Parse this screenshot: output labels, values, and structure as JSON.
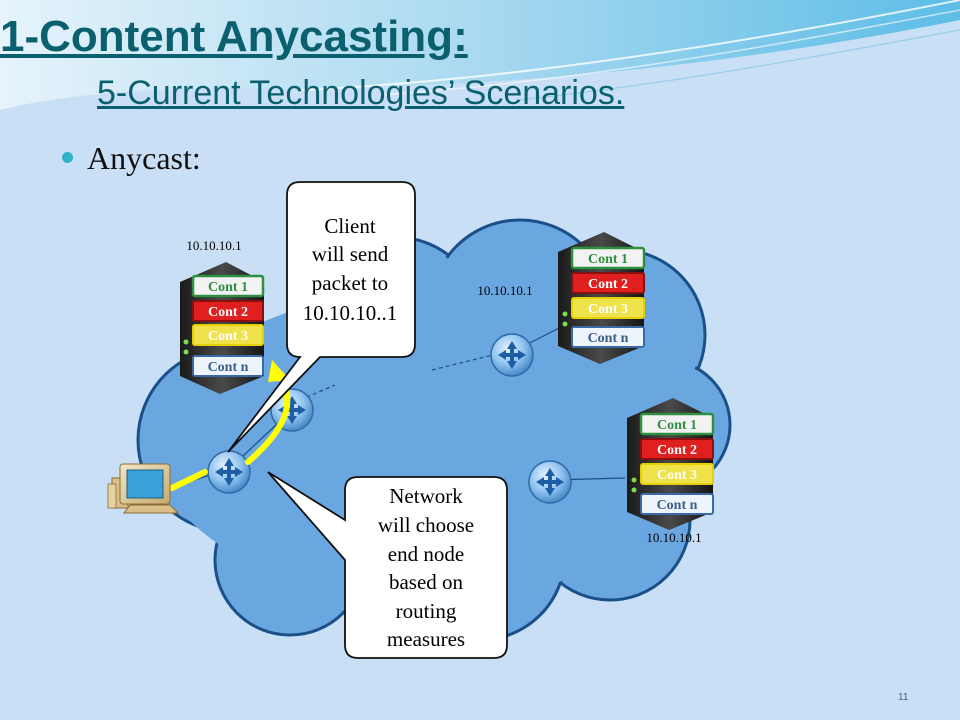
{
  "slide": {
    "title": "1-Content Anycasting:",
    "subtitle": "5-Current Technologies’ Scenarios.",
    "bullet": "Anycast:",
    "page_number": "11"
  },
  "colors": {
    "background": "#c8dff5",
    "cloud": "#6aa7e0",
    "cloud_stroke": "#1a4f8a",
    "title": "#0b6070",
    "arrow": "#ffff00"
  },
  "servers": [
    {
      "ip": "10.10.10.1",
      "contents": [
        "Cont 1",
        "Cont 2",
        "Cont 3",
        "Cont n"
      ]
    },
    {
      "ip": "10.10.10.1",
      "contents": [
        "Cont 1",
        "Cont 2",
        "Cont 3",
        "Cont n"
      ]
    },
    {
      "ip": "10.10.10.1",
      "contents": [
        "Cont 1",
        "Cont 2",
        "Cont 3",
        "Cont n"
      ]
    }
  ],
  "callouts": {
    "client": [
      "Client",
      "will send",
      "packet to",
      "10.10.10..1"
    ],
    "network": [
      "Network",
      "will choose",
      "end node",
      "based on",
      "routing",
      "measures"
    ]
  },
  "icons": {
    "client": "computer-icon",
    "router": "router-icon",
    "server": "server-icon"
  }
}
